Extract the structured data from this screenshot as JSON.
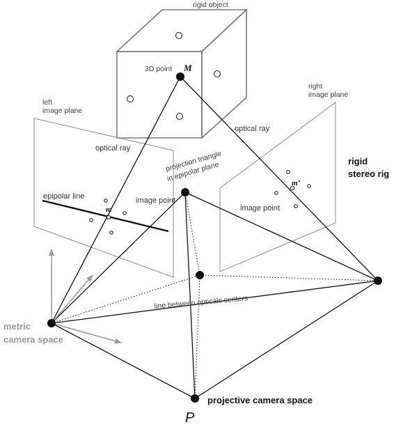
{
  "labels": {
    "rigid_object": "rigid object",
    "point_3d": "3D point",
    "M": "M",
    "left_image_plane_1": "left",
    "left_image_plane_2": "image plane",
    "right_image_plane_1": "right",
    "right_image_plane_2": "image plane",
    "optical_ray_left": "optical ray",
    "optical_ray_right": "optical ray",
    "projection_triangle_1": "projection triangle",
    "projection_triangle_2": "in epipolar plane",
    "rigid_stereo_1": "rigid",
    "rigid_stereo_2": "stereo rig",
    "epipolar_line": "epipolar line",
    "image_point_left": "image point",
    "image_point_right": "image point",
    "m": "m",
    "m_prime": "m’",
    "line_between_centers": "line between opticals centers",
    "metric_1": "metric",
    "metric_2": "camera space",
    "projective": "projective camera space",
    "P": "P"
  },
  "colors": {
    "line": "#111111",
    "gray": "#8c8c8c",
    "box": "#7a7a7a"
  }
}
